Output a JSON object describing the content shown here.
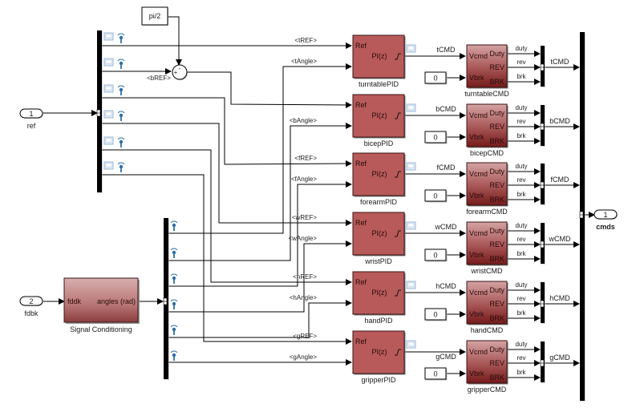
{
  "diagram": {
    "type": "simulink-subsystem",
    "inports": [
      {
        "number": "1",
        "name": "ref"
      },
      {
        "number": "2",
        "name": "fdbk"
      }
    ],
    "outports": [
      {
        "number": "1",
        "name": "cmds"
      }
    ],
    "constant_pi2": "pi/2",
    "sum_signs": {
      "top": "-",
      "left": "+"
    },
    "signal_conditioning": {
      "name": "Signal Conditioning",
      "input_port": "fddk",
      "output_port": "angles (rad)"
    },
    "ref_bus_signals": [
      "<tREF>",
      "<bREF>",
      "<fREF>",
      "<wREF>",
      "<hREF>",
      "<gREF>"
    ],
    "angle_bus_signals": [
      "<tAngle>",
      "<bAngle>",
      "<fAngle>",
      "<wAngle>",
      "<hAngle>",
      "<gAngle>"
    ],
    "pid_block": {
      "ref_port": "Ref",
      "transfer": "PI(z)"
    },
    "cmd_block": {
      "in_ports": [
        "Vcmd",
        "Vbrk"
      ],
      "out_ports": [
        "Duty",
        "REV",
        "BRK"
      ],
      "out_signals": [
        "duty",
        "rev",
        "brk"
      ],
      "vbrk_constant": "0"
    },
    "joints": [
      {
        "pid": "turntablePID",
        "cmd": "turntableCMD",
        "cmd_signal": "tCMD",
        "bus_out": "tCMD",
        "ref": "<tREF>",
        "angle": "<tAngle>"
      },
      {
        "pid": "bicepPID",
        "cmd": "bicepCMD",
        "cmd_signal": "bCMD",
        "bus_out": "bCMD",
        "ref": "",
        "angle": "<bAngle>"
      },
      {
        "pid": "forearmPID",
        "cmd": "forearmCMD",
        "cmd_signal": "fCMD",
        "bus_out": "fCMD",
        "ref": "<fREF>",
        "angle": "<fAngle>"
      },
      {
        "pid": "wristPID",
        "cmd": "wristCMD",
        "cmd_signal": "wCMD",
        "bus_out": "wCMD",
        "ref": "<wREF>",
        "angle": "<wAngle>"
      },
      {
        "pid": "handPID",
        "cmd": "handCMD",
        "cmd_signal": "hCMD",
        "bus_out": "hCMD",
        "ref": "<hREF>",
        "angle": "<hAngle>"
      },
      {
        "pid": "gripperPID",
        "cmd": "gripperCMD",
        "cmd_signal": "gCMD",
        "bus_out": "gCMD",
        "ref": "<gREF>",
        "angle": "<gAngle>"
      }
    ],
    "bref_label": "<bREF>",
    "colors": {
      "pid_fill": "#b85a5a",
      "cmd_fill_top": "#cf9a9a",
      "cmd_fill_bottom": "#7a1e1e",
      "sigcond_top": "#d6a8a8",
      "sigcond_bottom": "#8a3d3d",
      "bus_bar": "#000000",
      "logging_icon": "#2e6fa8"
    }
  }
}
